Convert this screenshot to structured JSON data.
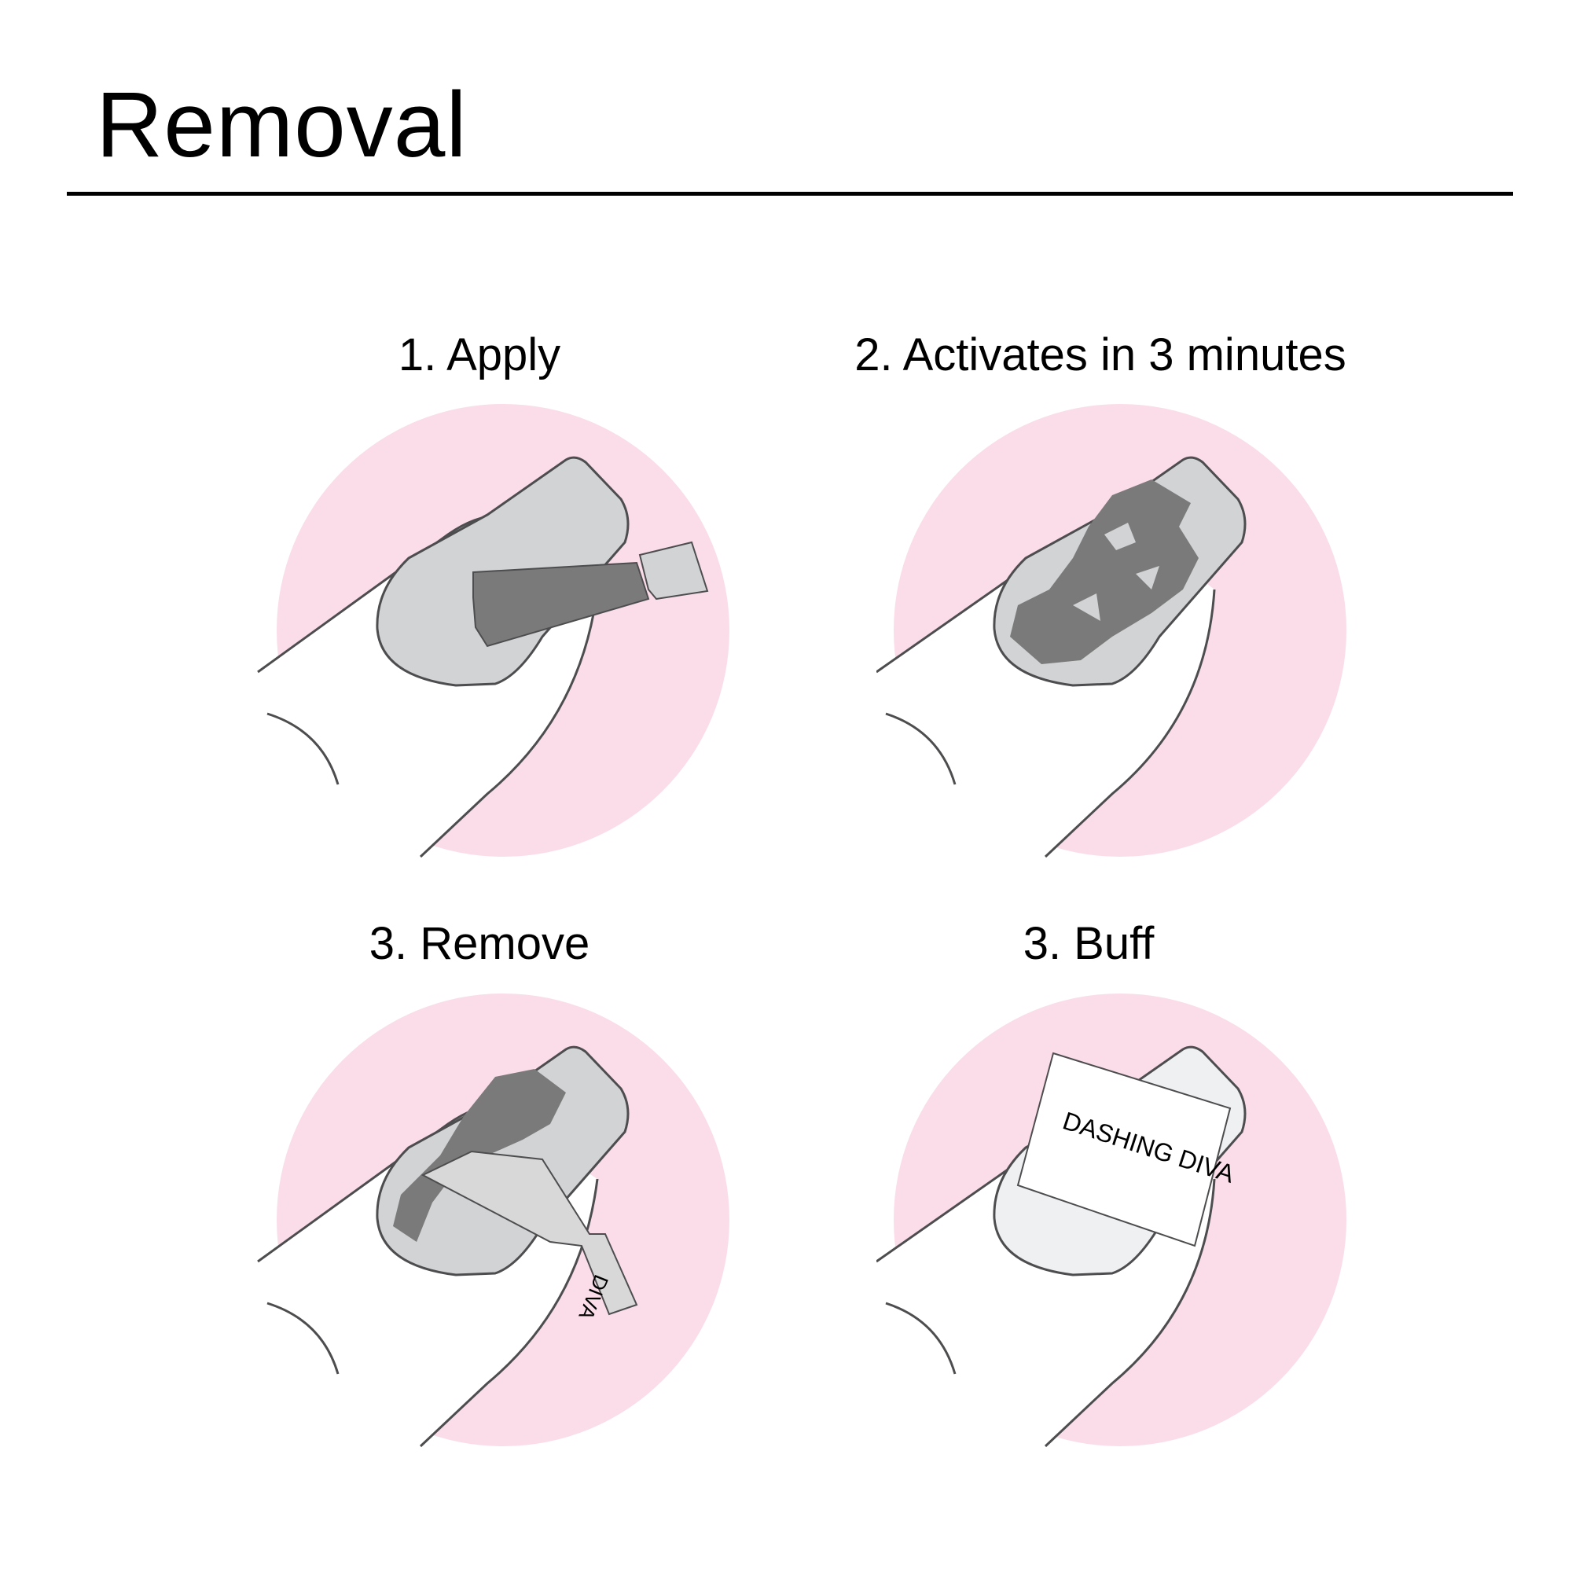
{
  "header": {
    "title": "Removal"
  },
  "steps": [
    {
      "label": "1. Apply",
      "illustration": "nail-with-brush-applying-remover"
    },
    {
      "label": "2. Activates in 3 minutes",
      "illustration": "nail-with-lifted-gel-pattern"
    },
    {
      "label": "3. Remove",
      "illustration": "nail-with-pusher-tool"
    },
    {
      "label": "3. Buff",
      "illustration": "nail-with-buffer-block"
    }
  ],
  "tools": {
    "pusher_text": "DIVA",
    "buffer_text": "DASHING DIVA"
  },
  "colors": {
    "circle_pink": "#fadde8",
    "nail_gray": "#d1d3d4",
    "nail_dark": "#7a7a7a",
    "outline": "#4d4d4f",
    "buffed_nail": "#eff0f1"
  }
}
